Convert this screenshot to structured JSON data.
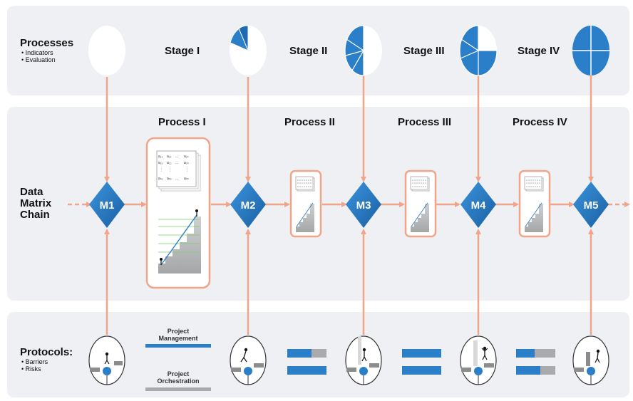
{
  "processes": {
    "title": "Processes",
    "items": [
      "Indicators",
      "Evaluation"
    ]
  },
  "data_matrix_chain": {
    "title_lines": [
      "Data",
      "Matrix",
      "Chain"
    ]
  },
  "protocols": {
    "title": "Protocols:",
    "items": [
      "Barriers",
      "Risks"
    ]
  },
  "stages": [
    "Stage I",
    "Stage II",
    "Stage III",
    "Stage IV"
  ],
  "process_labels": [
    "Process I",
    "Process II",
    "Process III",
    "Process IV"
  ],
  "milestones": [
    "M1",
    "M2",
    "M3",
    "M4",
    "M5"
  ],
  "legend": {
    "project_management": [
      "Project",
      "Management"
    ],
    "project_orchestration": [
      "Project",
      "Orchestration"
    ]
  },
  "matrix_glyphs": {
    "row1": [
      "a₁₁",
      "a₁₂",
      "...",
      "a₁ₙ"
    ],
    "row2": [
      "a₂₁",
      "a₂₂",
      "...",
      "a₂ₙ"
    ],
    "row3": [
      "⋮",
      "⋮",
      "",
      "⋮"
    ],
    "row4": [
      "aₙ₁",
      "aₙ₂",
      "...",
      "aₙₙ"
    ]
  },
  "colors": {
    "blue": "#2a7fc8",
    "blue_dark": "#1d6bb0",
    "arrow": "#f0a58a",
    "band": "#eef0f3",
    "gray_bar": "#a9aaab"
  }
}
